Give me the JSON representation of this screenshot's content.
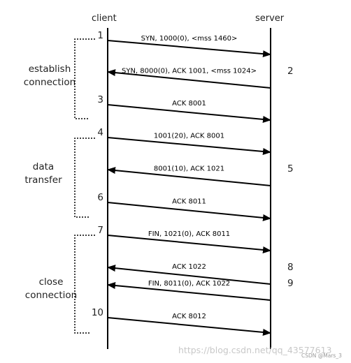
{
  "hosts": {
    "client": "client",
    "server": "server"
  },
  "phases": [
    {
      "line1": "establish",
      "line2": "connection"
    },
    {
      "line1": "data",
      "line2": "transfer"
    },
    {
      "line1": "close",
      "line2": "connection"
    }
  ],
  "messages": [
    {
      "step": "1",
      "label": "SYN, 1000(0), <mss 1460>",
      "direction": "client-to-server"
    },
    {
      "step": "2",
      "label": "SYN, 8000(0), ACK 1001, <mss 1024>",
      "direction": "server-to-client"
    },
    {
      "step": "3",
      "label": "ACK 8001",
      "direction": "client-to-server"
    },
    {
      "step": "4",
      "label": "1001(20), ACK 8001",
      "direction": "client-to-server"
    },
    {
      "step": "5",
      "label": "8001(10), ACK 1021",
      "direction": "server-to-client"
    },
    {
      "step": "6",
      "label": "ACK 8011",
      "direction": "client-to-server"
    },
    {
      "step": "7",
      "label": "FIN, 1021(0), ACK 8011",
      "direction": "client-to-server"
    },
    {
      "step": "8",
      "label": "ACK 1022",
      "direction": "server-to-client"
    },
    {
      "step": "9",
      "label": "FIN, 8011(0), ACK 1022",
      "direction": "server-to-client"
    },
    {
      "step": "10",
      "label": "ACK 8012",
      "direction": "client-to-server"
    }
  ],
  "watermark": "https://blog.csdn.net/qq_43577613",
  "watermark_small": "CSDN @Mars_3"
}
